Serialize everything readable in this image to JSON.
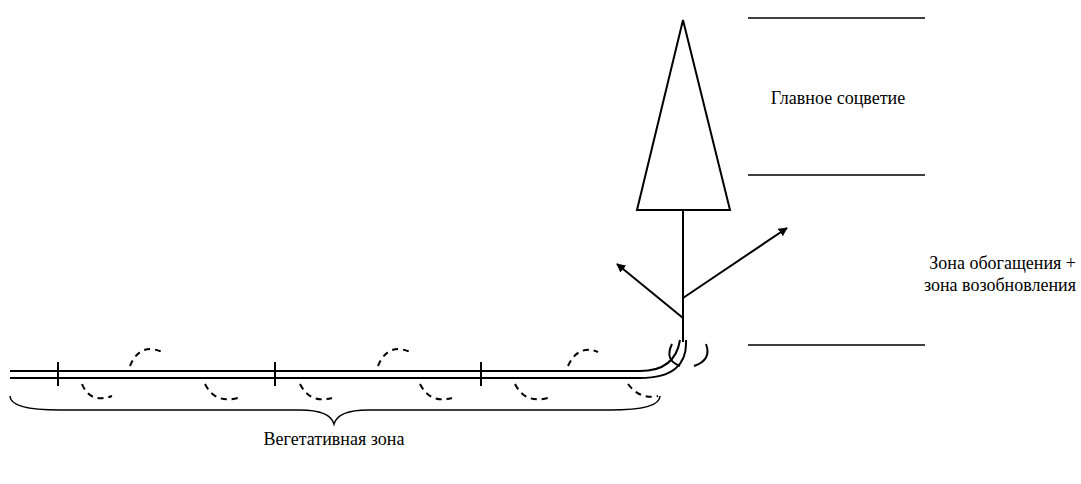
{
  "diagram": {
    "labels": [
      "Главное соцветие",
      "Зона обогащения + зона возобновления",
      "Вегетативная зона"
    ]
  }
}
